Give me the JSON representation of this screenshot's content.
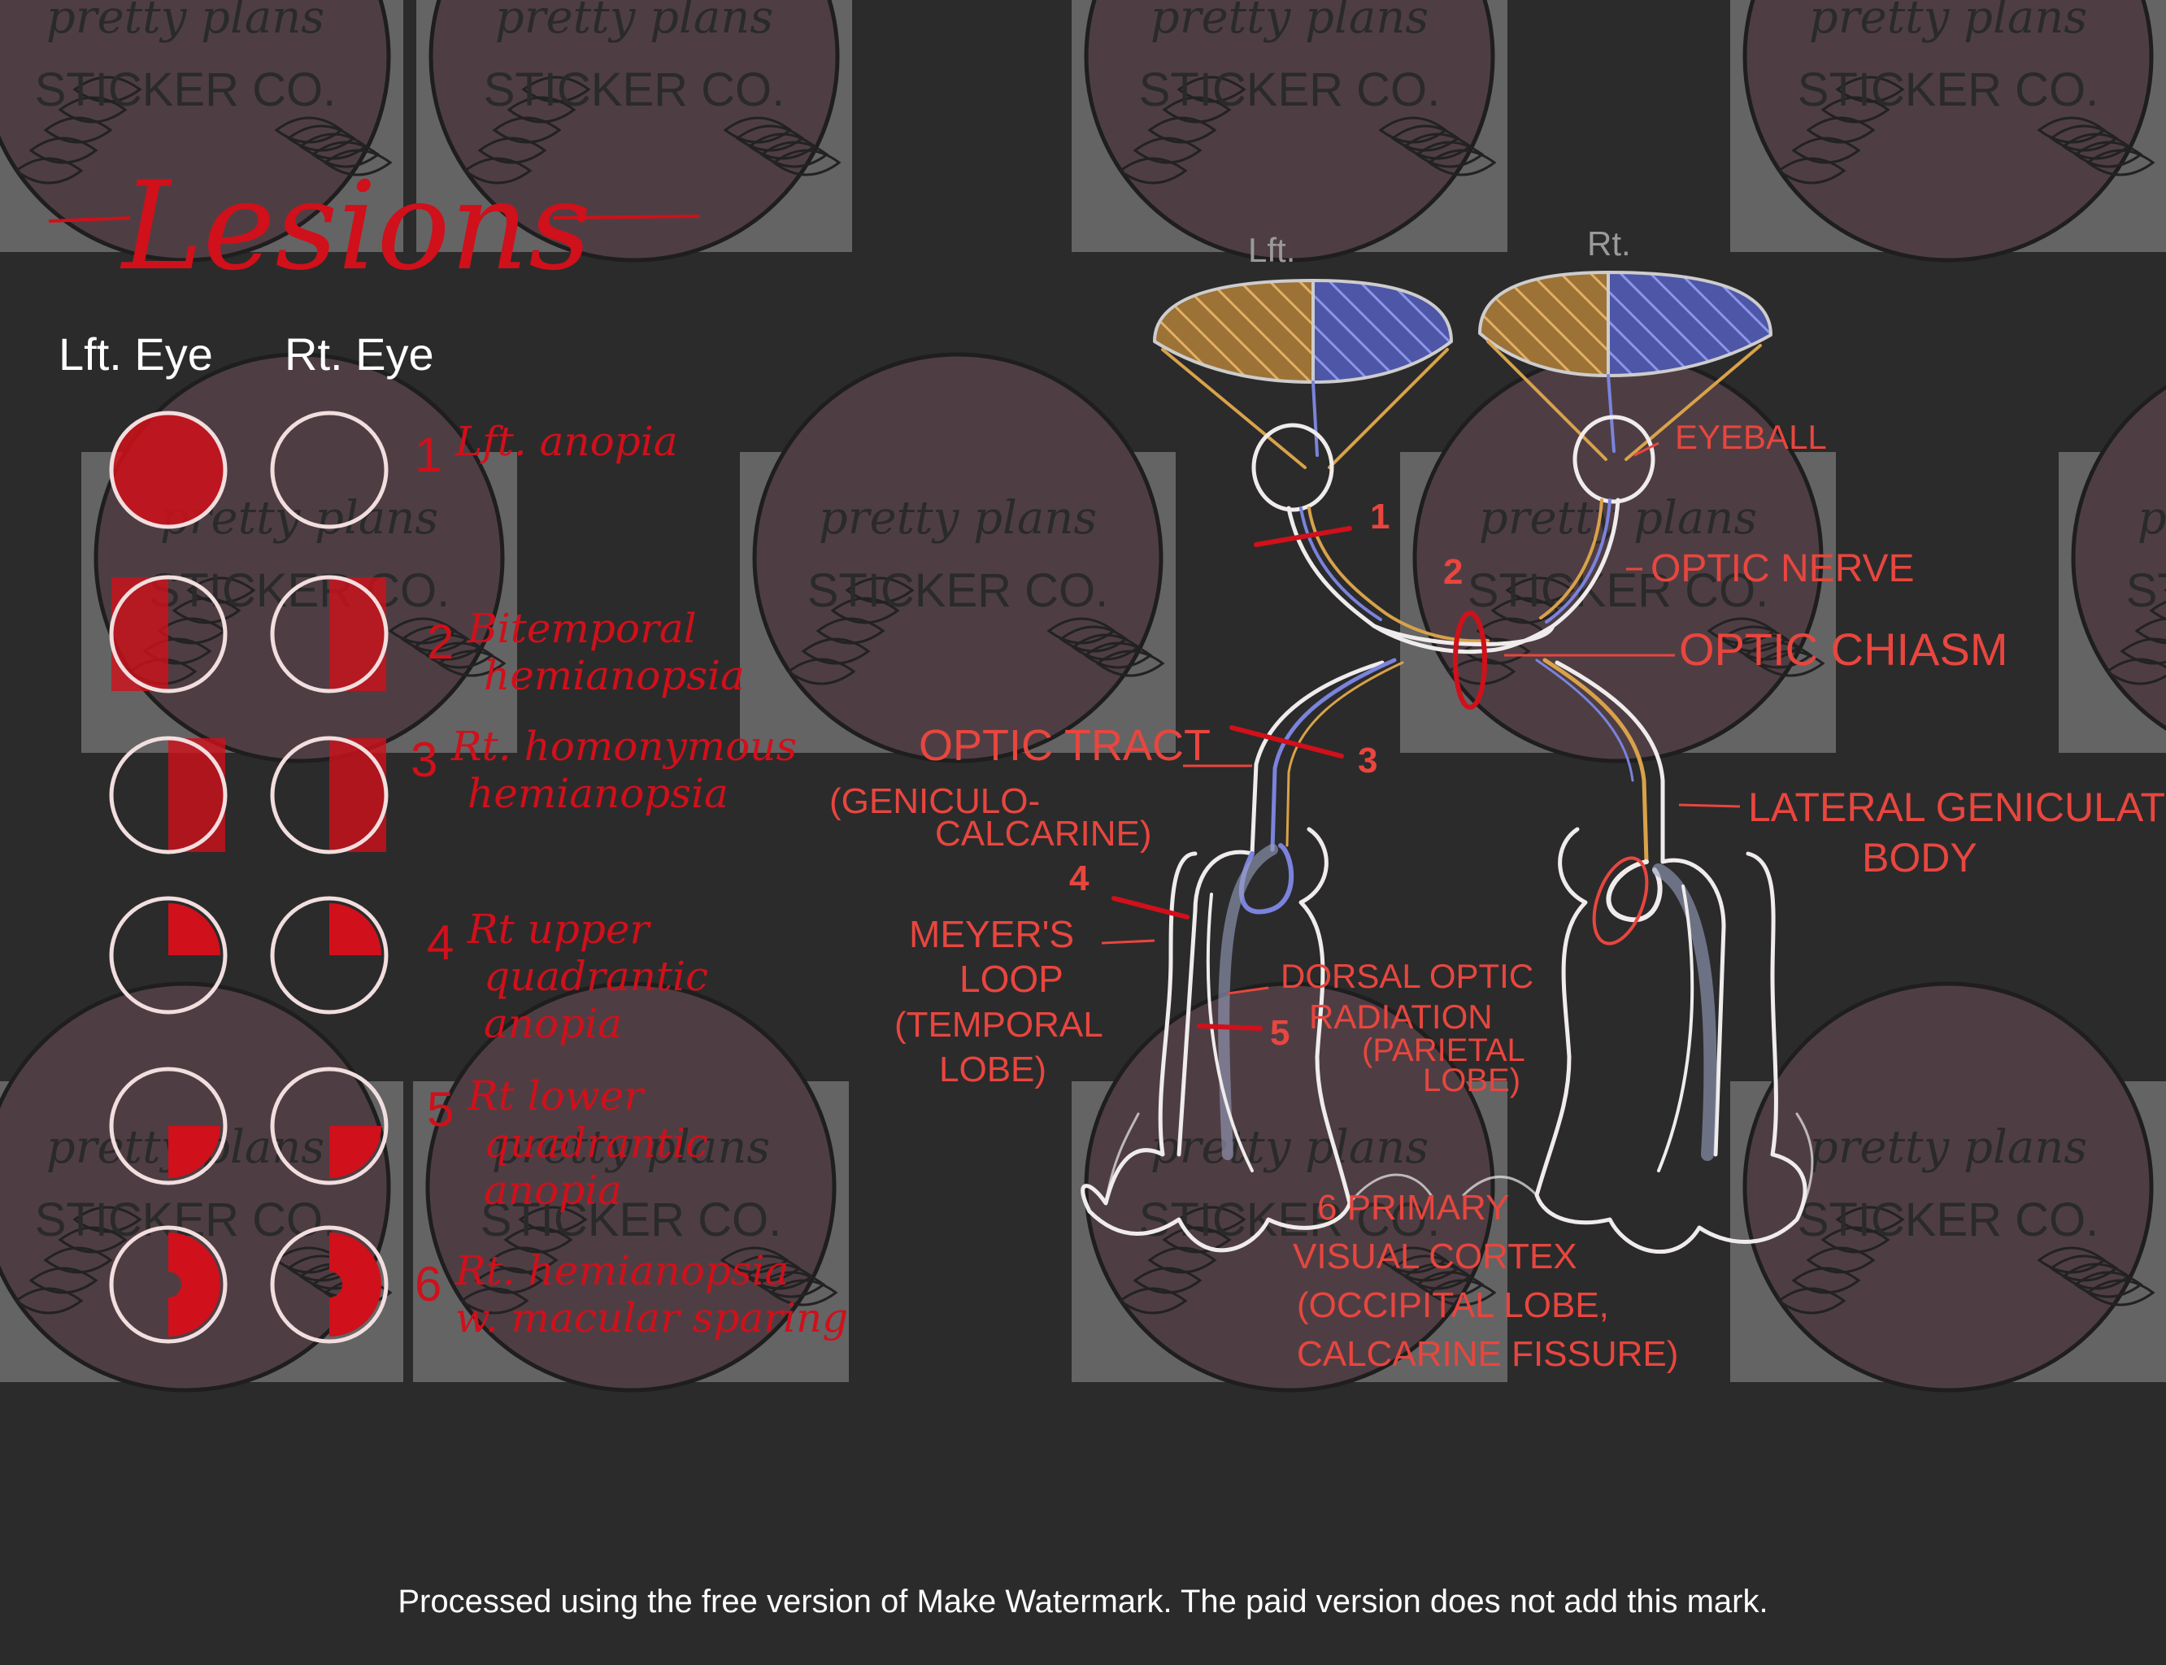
{
  "title": "Lesions",
  "eye_headers": {
    "left": "Lft. Eye",
    "right": "Rt. Eye"
  },
  "lesions": [
    {
      "num": "1",
      "lines": [
        "Lft. anopia"
      ]
    },
    {
      "num": "2",
      "lines": [
        "Bitemporal",
        "hemianopsia"
      ]
    },
    {
      "num": "3",
      "lines": [
        "Rt. homonymous",
        "hemianopsia"
      ]
    },
    {
      "num": "4",
      "lines": [
        "Rt upper",
        "quadrantic",
        "anopia"
      ]
    },
    {
      "num": "5",
      "lines": [
        "Rt lower",
        "quadrantic",
        "anopia"
      ]
    },
    {
      "num": "6",
      "lines": [
        "Rt. hemianopsia",
        "w. macular sparing"
      ]
    }
  ],
  "diagram": {
    "eye_labels": {
      "left": "Lft.",
      "right": "Rt."
    },
    "labels": {
      "eyeball": "EYEBALL",
      "optic_nerve": "OPTIC NERVE",
      "optic_chiasm": "OPTIC CHIASM",
      "optic_tract": [
        "OPTIC TRACT",
        "(GENICULO-",
        "CALCARINE)"
      ],
      "lateral_geniculate": [
        "LATERAL GENICULATE",
        "BODY"
      ],
      "meyers_loop": [
        "MEYER'S",
        "LOOP",
        "(TEMPORAL",
        "LOBE)"
      ],
      "dorsal_optic": [
        "DORSAL OPTIC",
        "RADIATION",
        "(PARIETAL",
        "LOBE)"
      ],
      "visual_cortex": [
        "6 PRIMARY",
        "VISUAL CORTEX",
        "(OCCIPITAL LOBE,",
        "CALCARINE FISSURE)"
      ]
    },
    "markers": [
      "1",
      "2",
      "3",
      "4",
      "5"
    ]
  },
  "watermark": {
    "line1": "pretty plans",
    "line2": "STICKER CO."
  },
  "footer": "Processed using the free version of Make Watermark. The paid version does not add this mark.",
  "colors": {
    "background": "#2b2b2c",
    "lesion_red": "#d0101a",
    "annotation_red": "#e8463e",
    "temporal_orange": "#d9a24a",
    "nasal_blue": "#7b83dc",
    "chalk_white": "#f0ecec"
  }
}
